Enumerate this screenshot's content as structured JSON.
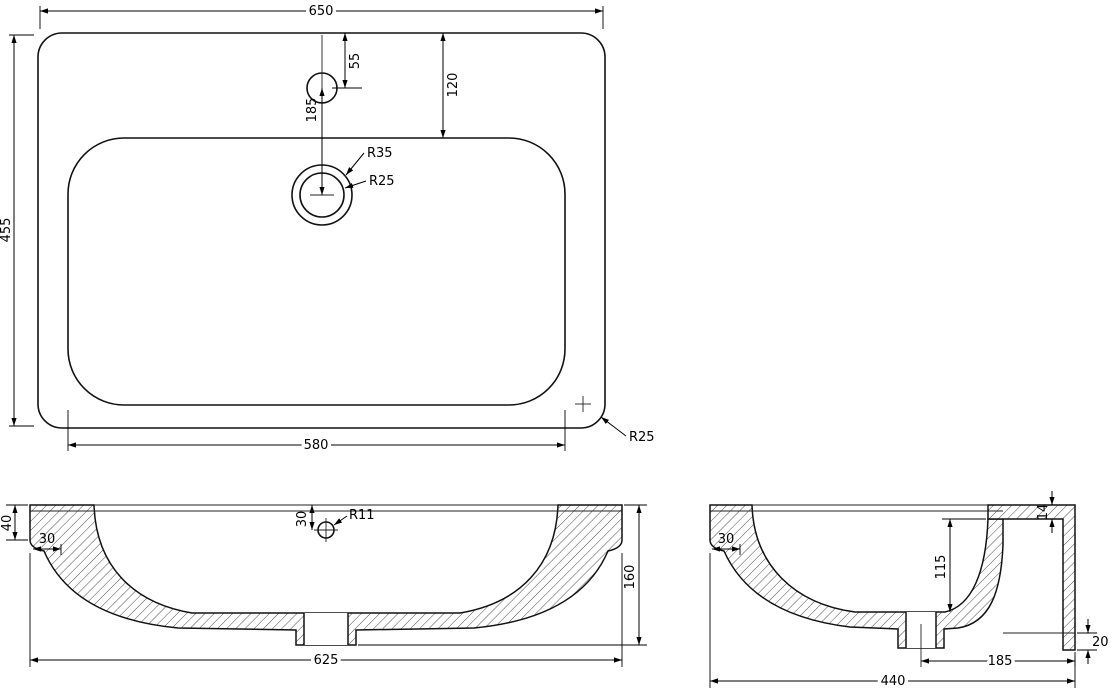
{
  "drawing": {
    "type": "washbasin-dimensional-drawing",
    "colors": {
      "line": "#111111",
      "background": "#ffffff"
    },
    "top_view": {
      "overall_width": "650",
      "overall_depth": "455",
      "bowl_width": "580",
      "faucet_hole_offset": "55",
      "bowl_top_offset": "120",
      "faucet_to_drain": "185",
      "drain_radius_outer": "R35",
      "drain_radius_inner": "R25",
      "corner_radius": "R25"
    },
    "front_section": {
      "edge_height": "40",
      "wall_inset": "30",
      "overflow_depth": "30",
      "overflow_radius": "R11",
      "total_height": "160",
      "overall_width": "625"
    },
    "side_section": {
      "wall_inset": "30",
      "bowl_depth": "115",
      "rim_thickness": "14",
      "foot_height": "20",
      "drain_to_back": "185",
      "overall_depth": "440"
    }
  }
}
